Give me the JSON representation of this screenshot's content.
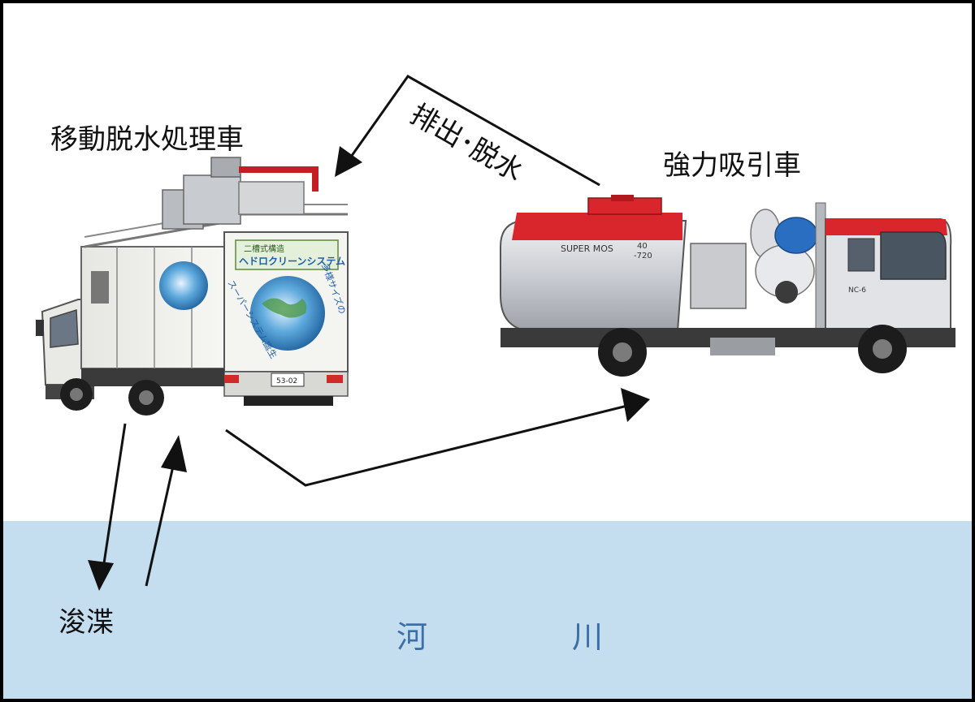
{
  "labels": {
    "dewatering_truck": "移動脱水処理車",
    "suction_truck": "強力吸引車",
    "discharge": "排出･脱水",
    "dredging": "浚渫"
  },
  "river": {
    "char1": "河",
    "char2": "川"
  },
  "truck_left_text": {
    "panel_top": "二槽式構造",
    "panel_title": "ヘドロクリーンシステム",
    "side_a": "多様サイズの",
    "side_b": "スーパーシステム誕生",
    "plate": "53-02"
  },
  "truck_right_text": {
    "tank_brand": "SUPER MOS",
    "tank_spec_a": "40",
    "tank_spec_b": "-720",
    "cab_number": "NC-6"
  },
  "colors": {
    "river": "#c4def0",
    "river_text": "#3c6fa8",
    "arrow": "#111111",
    "tank_red": "#d9262c",
    "tank_silver": "#d6d8dc"
  }
}
